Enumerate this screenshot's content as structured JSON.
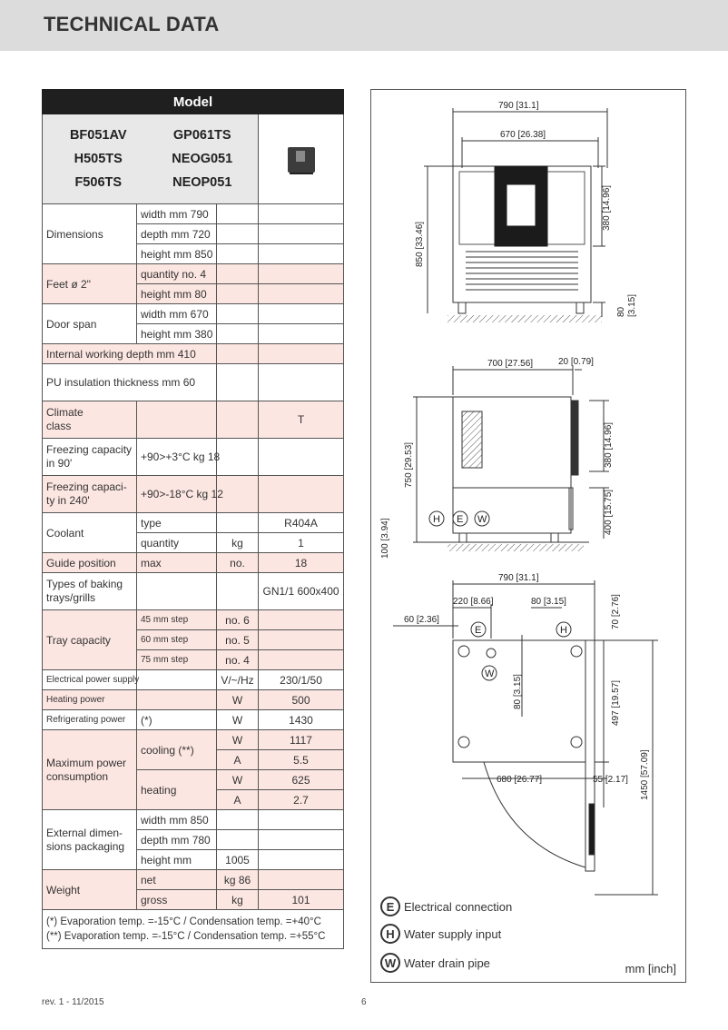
{
  "header": {
    "title": "TECHNICAL DATA"
  },
  "table": {
    "model_header": "Model",
    "models": [
      "BF051AV",
      "GP061TS",
      "H505TS",
      "NEOG051",
      "F506TS",
      "NEOP051"
    ],
    "dimensions": {
      "label": "Dimensions",
      "width": "width mm 790",
      "depth": "depth mm 720",
      "height": "height mm 850"
    },
    "feet": {
      "label": "Feet ø 2\"",
      "quantity": "quantity no. 4",
      "height": "height mm 80"
    },
    "door_span": {
      "label": "Door span",
      "width": "width mm 670",
      "height": "height mm 380"
    },
    "internal_depth": "Internal working depth mm 410",
    "insulation": "PU insulation thickness mm 60",
    "climate": {
      "label": "Climate class",
      "value": "T"
    },
    "freezing_90": {
      "label": "Freezing capacity in 90'",
      "value": "+90>+3°C kg 18"
    },
    "freezing_240": {
      "label": "Freezing capaci-ty in 240'",
      "value": "+90>-18°C kg 12"
    },
    "coolant": {
      "label": "Coolant",
      "type": "type",
      "type_value": "R404A",
      "quantity": "quantity",
      "quantity_unit": "kg",
      "quantity_value": "1"
    },
    "guide": {
      "label": "Guide position",
      "sub": "max",
      "unit": "no.",
      "value": "18"
    },
    "trays_types": {
      "label": "Types of baking trays/grills",
      "value": "GN1/1 600x400"
    },
    "tray_capacity": {
      "label": "Tray capacity",
      "rows": [
        {
          "step": "45 mm step",
          "val": "no. 6"
        },
        {
          "step": "60 mm step",
          "val": "no. 5"
        },
        {
          "step": "75 mm step",
          "val": "no. 4"
        }
      ]
    },
    "electrical": {
      "label": "Electrical power supply",
      "unit": "V/~/Hz",
      "value": "230/1/50"
    },
    "heating_power": {
      "label": "Heating power",
      "unit": "W",
      "value": "500"
    },
    "refrig_power": {
      "label": "Refrigerating power",
      "sub": "(*)",
      "unit": "W",
      "value": "1430"
    },
    "max_power": {
      "label": "Maximum power consumption",
      "cooling": "cooling (**)",
      "heating": "heating",
      "rows": [
        {
          "unit": "W",
          "value": "1117"
        },
        {
          "unit": "A",
          "value": "5.5"
        },
        {
          "unit": "W",
          "value": "625"
        },
        {
          "unit": "A",
          "value": "2.7"
        }
      ]
    },
    "packaging": {
      "label": "External dimen-sions packaging",
      "width": "width mm 850",
      "depth": "depth mm 780",
      "height": "height mm",
      "height_value": "1005"
    },
    "weight": {
      "label": "Weight",
      "net": "net",
      "net_value": "kg 86",
      "gross": "gross",
      "gross_unit": "kg",
      "gross_value": "101"
    },
    "notes": [
      "(*) Evaporation temp. =-15°C  /  Condensation temp. =+40°C",
      "(**) Evaporation temp. =-15°C  /  Condensation temp. =+55°C"
    ]
  },
  "drawing": {
    "front": {
      "w_total": "790 [31.1]",
      "w_door": "670 [26.38]",
      "h_door": "380 [14.96]",
      "h_total": "850 [33.46]",
      "feet": "80",
      "feet_in": "[3.15]"
    },
    "side": {
      "depth": "700 [27.56]",
      "handle": "20 [0.79]",
      "h_top": "380 [14.96]",
      "h_body": "750 [29.53]",
      "h_lower": "400 [15.75]",
      "h_feet": "100 [3.94]",
      "markers": [
        "H",
        "E",
        "W"
      ]
    },
    "plan": {
      "w_total": "790 [31.1]",
      "a": "220 [8.66]",
      "b": "80 [3.15]",
      "c": "70 [2.76]",
      "d": "60 [2.36]",
      "e": "80 [3.15]",
      "f": "497 [19.57]",
      "g": "680 [26.77]",
      "h": "55 [2.17]",
      "i": "1450 [57.09]",
      "markers": [
        "E",
        "H",
        "W"
      ]
    },
    "legend": [
      {
        "key": "E",
        "text": "Electrical connection"
      },
      {
        "key": "H",
        "text": "Water supply input"
      },
      {
        "key": "W",
        "text": "Water drain pipe"
      }
    ],
    "units": "mm [inch]"
  },
  "footer": {
    "revision": "rev. 1 - 11/2015",
    "page": "6"
  }
}
